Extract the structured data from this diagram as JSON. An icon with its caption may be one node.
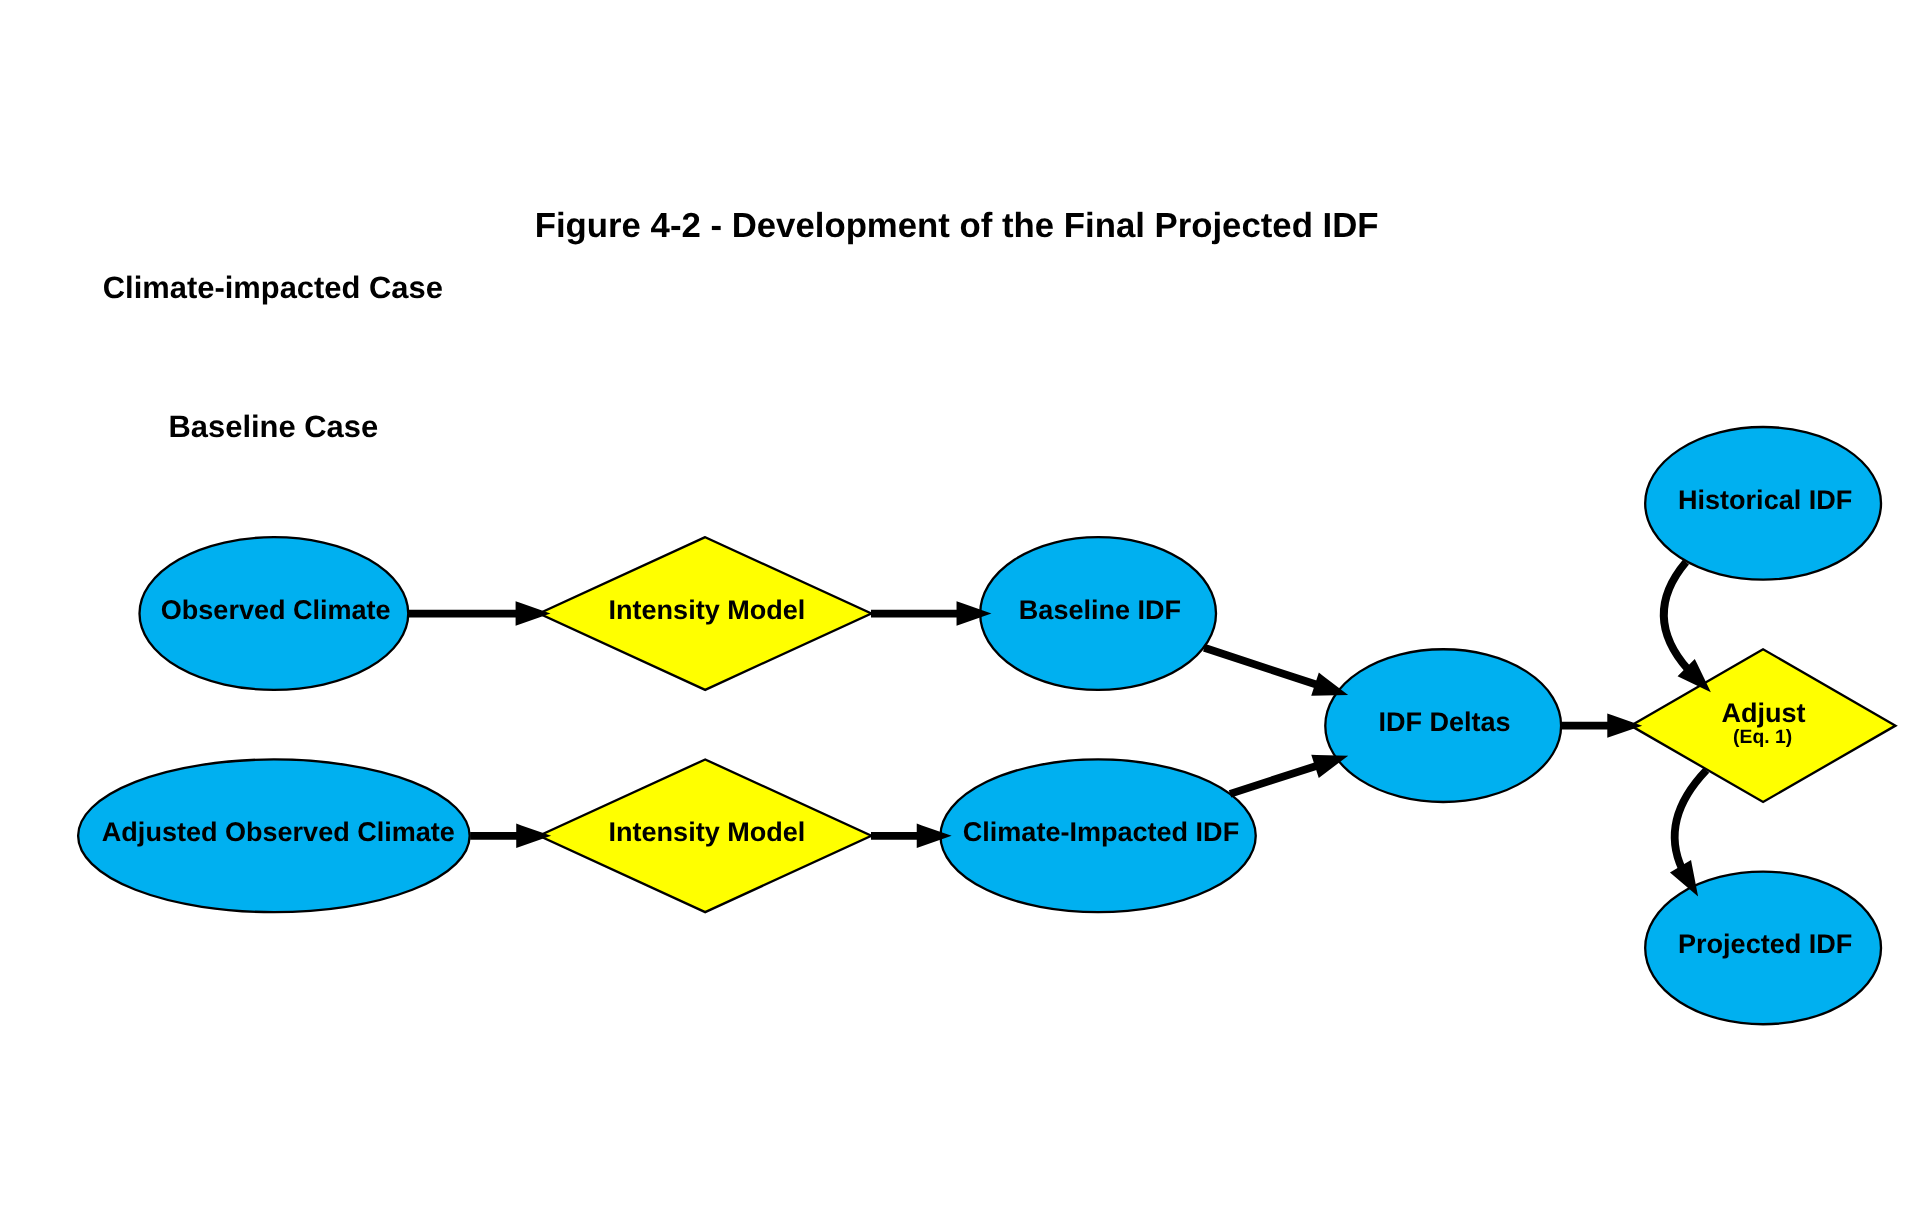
{
  "diagram": {
    "title": "Figure 4-2 - Development of the Final Projected IDF",
    "nodes": [
      {
        "text": [
          "Observed Climate"
        ]
      },
      {
        "text": [
          "Intensity Model"
        ]
      },
      {
        "text": [
          "Baseline IDF"
        ]
      },
      {
        "text": [
          "Historical IDF"
        ]
      },
      {
        "text": [
          "IDF Deltas"
        ]
      },
      {
        "text": [
          "Adjust",
          "(Eq. 1)"
        ]
      },
      {
        "text": [
          "Adjusted Observed Climate"
        ]
      },
      {
        "text": [
          "Intensity Model"
        ]
      },
      {
        "text": [
          "Climate-Impacted IDF"
        ]
      },
      {
        "text": [
          "Projected IDF"
        ]
      }
    ],
    "edges": [
      {
        "from": 0,
        "to": 1,
        "arrow": "to"
      },
      {
        "from": 1,
        "to": 2,
        "arrow": "to"
      },
      {
        "from": 2,
        "to": 4,
        "arrow": "to"
      },
      {
        "from": 3,
        "to": 5,
        "arrow": "to"
      },
      {
        "from": 4,
        "to": 5,
        "arrow": "to"
      },
      {
        "from": 5,
        "to": 9,
        "arrow": "to"
      },
      {
        "from": 6,
        "to": 7,
        "arrow": "to"
      },
      {
        "from": 7,
        "to": 8,
        "arrow": "to"
      },
      {
        "from": 8,
        "to": 4,
        "arrow": "to"
      }
    ],
    "labels": [
      "Baseline Case",
      "Climate-impacted Case"
    ]
  }
}
